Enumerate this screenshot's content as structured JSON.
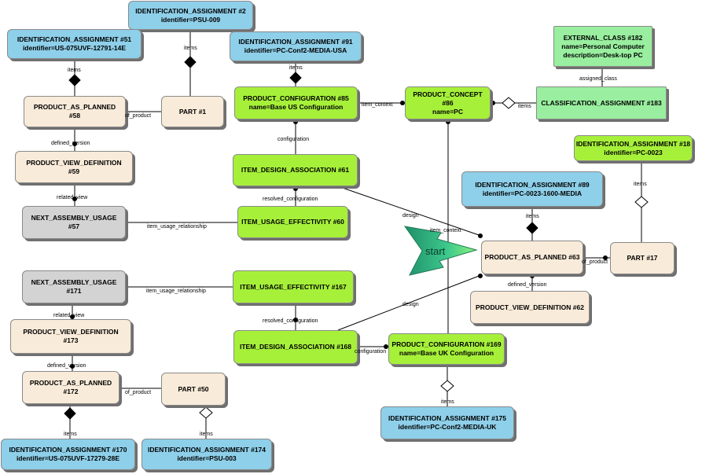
{
  "nodes": {
    "n_ia2": {
      "line1": "IDENTIFICATION_ASSIGNMENT #2",
      "line2": "identifier=PSU-009"
    },
    "n_ia51": {
      "line1": "IDENTIFICATION_ASSIGNMENT #51",
      "line2": "identifier=US-075UVF-12791-14E"
    },
    "n_ia91": {
      "line1": "IDENTIFICATION_ASSIGNMENT #91",
      "line2": "identifier=PC-Conf2-MEDIA-USA"
    },
    "n_ec182": {
      "line1": "EXTERNAL_CLASS #182",
      "line2": "name=Personal Computer",
      "line3": "description=Desk-top PC"
    },
    "n_pap58": {
      "line1": "PRODUCT_AS_PLANNED",
      "line2": "#58"
    },
    "n_part1": {
      "line1": "PART #1"
    },
    "n_pc85": {
      "line1": "PRODUCT_CONFIGURATION #85",
      "line2": "name=Base US Configuration"
    },
    "n_pcon86": {
      "line1": "PRODUCT_CONCEPT",
      "line2": "#86",
      "line3": "name=PC"
    },
    "n_ca183": {
      "line1": "CLASSIFICATION_ASSIGNMENT #183"
    },
    "n_pvd59": {
      "line1": "PRODUCT_VIEW_DEFINITION",
      "line2": "#59"
    },
    "n_ida61": {
      "line1": "ITEM_DESIGN_ASSOCIATION #61"
    },
    "n_ia18": {
      "line1": "IDENTIFICATION_ASSIGNMENT #18",
      "line2": "identifier=PC-0023"
    },
    "n_ia89": {
      "line1": "IDENTIFICATION_ASSIGNMENT #89",
      "line2": "identifier=PC-0023-1600-MEDIA"
    },
    "n_nau57": {
      "line1": "NEXT_ASSEMBLY_USAGE",
      "line2": "#57"
    },
    "n_iue60": {
      "line1": "ITEM_USAGE_EFFECTIVITY #60"
    },
    "n_pap63": {
      "line1": "PRODUCT_AS_PLANNED #63"
    },
    "n_part17": {
      "line1": "PART #17"
    },
    "n_nau171": {
      "line1": "NEXT_ASSEMBLY_USAGE",
      "line2": "#171"
    },
    "n_iue167": {
      "line1": "ITEM_USAGE_EFFECTIVITY #167"
    },
    "n_pvd62": {
      "line1": "PRODUCT_VIEW_DEFINITION #62"
    },
    "n_pvd173": {
      "line1": "PRODUCT_VIEW_DEFINITION",
      "line2": "#173"
    },
    "n_ida168": {
      "line1": "ITEM_DESIGN_ASSOCIATION #168"
    },
    "n_pc169": {
      "line1": "PRODUCT_CONFIGURATION #169",
      "line2": "name=Base UK Configuration"
    },
    "n_pap172": {
      "line1": "PRODUCT_AS_PLANNED",
      "line2": "#172"
    },
    "n_part50": {
      "line1": "PART #50"
    },
    "n_ia175": {
      "line1": "IDENTIFICATION_ASSIGNMENT #175",
      "line2": "identifier=PC-Conf2-MEDIA-UK"
    },
    "n_ia170": {
      "line1": "IDENTIFICATION_ASSIGNMENT #170",
      "line2": "identifier=US-075UVF-17279-28E"
    },
    "n_ia174": {
      "line1": "IDENTIFICATION_ASSIGNMENT #174",
      "line2": "identifier=PSU-003"
    }
  },
  "edge_labels": {
    "items": "items",
    "of_product": "of_product",
    "defined_version": "defined_version",
    "related_view": "related_view",
    "item_usage_relationship": "item_usage_relationship",
    "item_context": "item_context",
    "configuration": "configuration",
    "resolved_configuration": "resolved_configuration",
    "design": "design",
    "assigned_class": "assigned_class"
  },
  "start_label": "start",
  "colors": {
    "identification": "#8ecfe9",
    "configuration": "#a6f03a",
    "product": "#f9ebd9",
    "usage": "#d3d3d3",
    "classification": "#99ef9f",
    "start_arrow": "#2fc08f",
    "edge": "#000000"
  }
}
